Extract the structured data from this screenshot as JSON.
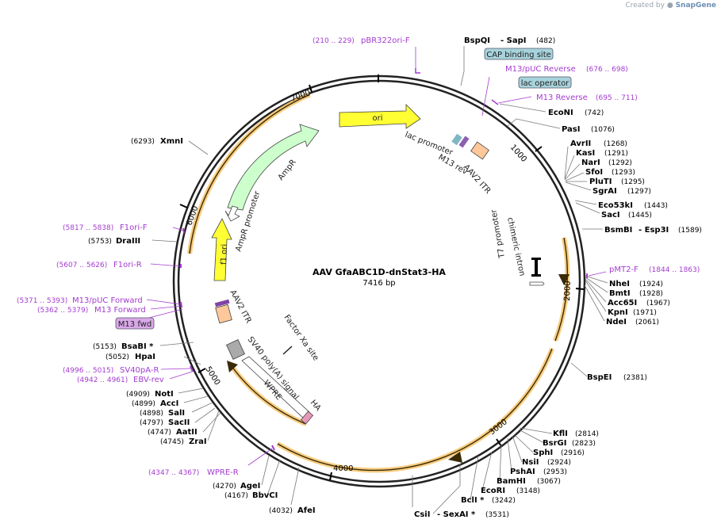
{
  "watermark": {
    "prefix": "Created by",
    "brand": "SnapGene"
  },
  "plasmid": {
    "name": "AAV GfaABC1D-dnStat3-HA",
    "length": "7416 bp"
  },
  "ticks": [
    "1000",
    "2000",
    "3000",
    "4000",
    "5000",
    "6000",
    "7000"
  ],
  "enzymes": [
    {
      "name": "BspQI",
      "pos": "",
      "suffix": "- SapI",
      "suffix_pos": "(482)"
    },
    {
      "name": "EcoNI",
      "pos": "(742)"
    },
    {
      "name": "PasI",
      "pos": "(1076)"
    },
    {
      "name": "AvrII",
      "pos": "(1268)"
    },
    {
      "name": "KasI",
      "pos": "(1291)"
    },
    {
      "name": "NarI",
      "pos": "(1292)"
    },
    {
      "name": "SfoI",
      "pos": "(1293)"
    },
    {
      "name": "PluTI",
      "pos": "(1295)"
    },
    {
      "name": "SgrAI",
      "pos": "(1297)"
    },
    {
      "name": "Eco53kI",
      "pos": "(1443)"
    },
    {
      "name": "SacI",
      "pos": "(1445)"
    },
    {
      "name": "BsmBI",
      "pos": "",
      "suffix": "- Esp3I",
      "suffix_pos": "(1589)"
    },
    {
      "name": "NheI",
      "pos": "(1924)"
    },
    {
      "name": "BmtI",
      "pos": "(1928)"
    },
    {
      "name": "Acc65I",
      "pos": "(1967)"
    },
    {
      "name": "KpnI",
      "pos": "(1971)"
    },
    {
      "name": "NdeI",
      "pos": "(2061)"
    },
    {
      "name": "BspEI",
      "pos": "(2381)"
    },
    {
      "name": "KflI",
      "pos": "(2814)"
    },
    {
      "name": "BsrGI",
      "pos": "(2823)"
    },
    {
      "name": "SphI",
      "pos": "(2916)"
    },
    {
      "name": "NsiI",
      "pos": "(2924)"
    },
    {
      "name": "PshAI",
      "pos": "(2953)"
    },
    {
      "name": "BamHI",
      "pos": "(3067)"
    },
    {
      "name": "EcoRI",
      "pos": "(3148)"
    },
    {
      "name": "BclI *",
      "pos": "(3242)"
    },
    {
      "name": "CsiI",
      "pos": "",
      "suffix": "- SexAI *",
      "suffix_pos": "(3531)"
    },
    {
      "name": "AfeI",
      "pos": "(4032)"
    },
    {
      "name": "BbvCI",
      "pos": "(4167)"
    },
    {
      "name": "AgeI",
      "pos": "(4270)"
    },
    {
      "name": "ZraI",
      "pos": "(4745)"
    },
    {
      "name": "AatII",
      "pos": "(4747)"
    },
    {
      "name": "SacII",
      "pos": "(4797)"
    },
    {
      "name": "SalI",
      "pos": "(4898)"
    },
    {
      "name": "AccI",
      "pos": "(4899)"
    },
    {
      "name": "NotI",
      "pos": "(4909)"
    },
    {
      "name": "HpaI",
      "pos": "(5052)"
    },
    {
      "name": "BsaBI *",
      "pos": "(5153)"
    },
    {
      "name": "DraIII",
      "pos": "(5753)"
    },
    {
      "name": "XmnI",
      "pos": "(6293)"
    }
  ],
  "primers": [
    {
      "name": "pBR322ori-F",
      "range": "(210 .. 229)"
    },
    {
      "name": "M13/pUC Reverse",
      "range": "(676 .. 698)"
    },
    {
      "name": "M13 Reverse",
      "range": "(695 .. 711)"
    },
    {
      "name": "pMT2-F",
      "range": "(1844 .. 1863)"
    },
    {
      "name": "WPRE-R",
      "range": "(4347 .. 4367)"
    },
    {
      "name": "EBV-rev",
      "range": "(4942 .. 4961)"
    },
    {
      "name": "SV40pA-R",
      "range": "(4996 .. 5015)"
    },
    {
      "name": "M13 Forward",
      "range": "(5362 .. 5379)"
    },
    {
      "name": "M13/pUC Forward",
      "range": "(5371 .. 5393)"
    },
    {
      "name": "F1ori-R",
      "range": "(5607 .. 5626)"
    },
    {
      "name": "F1ori-F",
      "range": "(5817 .. 5838)"
    }
  ],
  "boxed_features": [
    {
      "label": "CAP binding site",
      "color": "#a7d3dc"
    },
    {
      "label": "lac operator",
      "color": "#a7d3dc"
    },
    {
      "label": "M13 fwd",
      "color": "#d9a8e8"
    }
  ],
  "features": [
    {
      "label": "ori",
      "color": "#ffff33"
    },
    {
      "label": "AmpR",
      "color": "#ccffcc"
    },
    {
      "label": "AmpR promoter",
      "color": "#ffffff"
    },
    {
      "label": "f1 ori",
      "color": "#ffff33"
    },
    {
      "label": "lac promoter",
      "color": "#ffffff"
    },
    {
      "label": "M13 rev",
      "color": "#ffffff"
    },
    {
      "label": "AAV2 ITR",
      "color": "#ffc89a"
    },
    {
      "label": "AAV2 ITR",
      "color": "#ffc89a"
    },
    {
      "label": "chimeric intron",
      "color": "#ffffff"
    },
    {
      "label": "T7 promoter",
      "color": "#ffffff"
    },
    {
      "label": "Factor Xa site",
      "color": "#ffffff"
    },
    {
      "label": "SV40 poly(A) signal",
      "color": "#aaaaaa"
    },
    {
      "label": "WPRE",
      "color": "#ffffff"
    },
    {
      "label": "HA",
      "color": "#e897b8"
    }
  ]
}
